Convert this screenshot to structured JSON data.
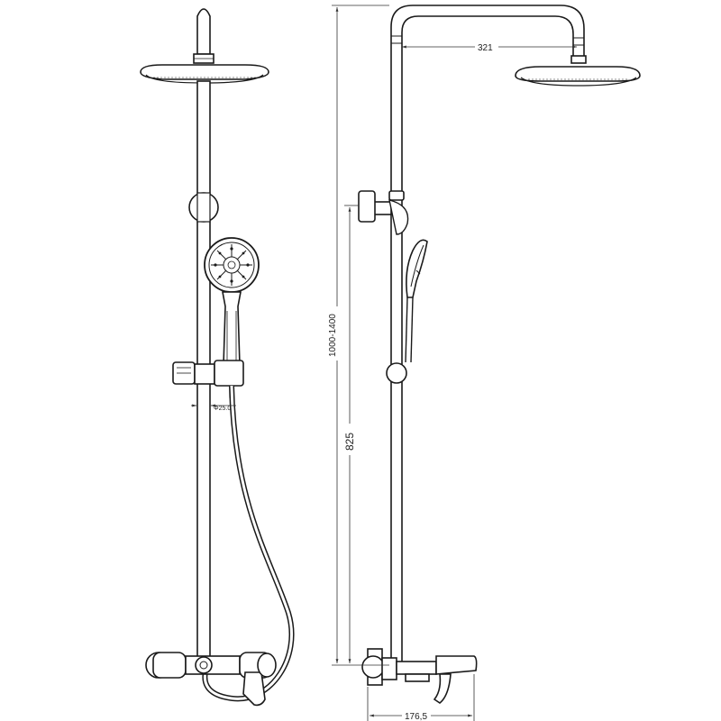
{
  "diagram": {
    "dimensions": {
      "head_arm_reach": "321",
      "column_height_range": "1000-1400",
      "slider_height": "825",
      "mixer_projection": "176,5",
      "pipe_diameter": "Φ25.0"
    }
  },
  "colors": {
    "line": "#1a1a1a",
    "dim_line": "#333333",
    "fill": "#ffffff"
  }
}
